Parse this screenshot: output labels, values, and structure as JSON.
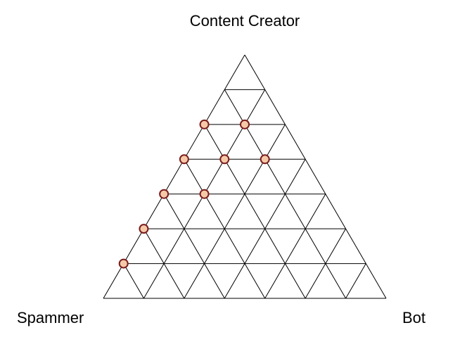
{
  "chart_data": {
    "type": "scatter",
    "subtype": "ternary",
    "grid_divisions": 7,
    "grid": true,
    "corner_labels": {
      "top": "Content Creator",
      "left": "Spammer",
      "right": "Bot"
    },
    "points_note": "each point as ternary lattice coordinates [content_creator, spammer, bot], summing to 7",
    "points": [
      [
        5,
        2,
        0
      ],
      [
        5,
        1,
        1
      ],
      [
        4,
        3,
        0
      ],
      [
        4,
        2,
        1
      ],
      [
        4,
        1,
        2
      ],
      [
        3,
        4,
        0
      ],
      [
        3,
        3,
        1
      ],
      [
        2,
        5,
        0
      ],
      [
        1,
        6,
        0
      ]
    ],
    "colors": {
      "grid_line": "#000000",
      "point_fill": "#f5c9a7",
      "point_stroke": "#7a1c1c"
    }
  }
}
